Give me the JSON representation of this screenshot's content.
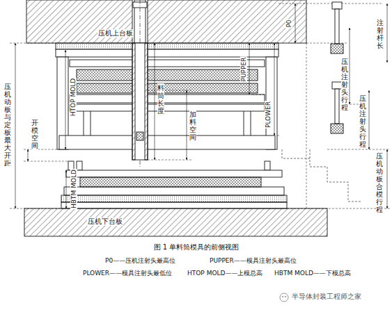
{
  "diagram": {
    "caption": "图 1 单料筒模具的前侧视图",
    "labels": [
      "压机上台板",
      "HTOP MOLD",
      "压机动板与定板最大开距",
      "开模空间",
      "料筒长度",
      "加料空间",
      "PUPPER",
      "PLOWER",
      "P0",
      "压机注射头行程",
      "注射杆长",
      "压机注射头行程",
      "压机动板合模行程",
      "HBTM MOLD",
      "压机下台板",
      "P0——压机注射头最高位",
      "PUPPER——模具注射头最高位",
      "PLOWER——模具注射头最低位",
      "HTOP MOLD——上模总高",
      "HBTM MOLD——下模总高",
      "半导体封装工程师之家"
    ]
  }
}
